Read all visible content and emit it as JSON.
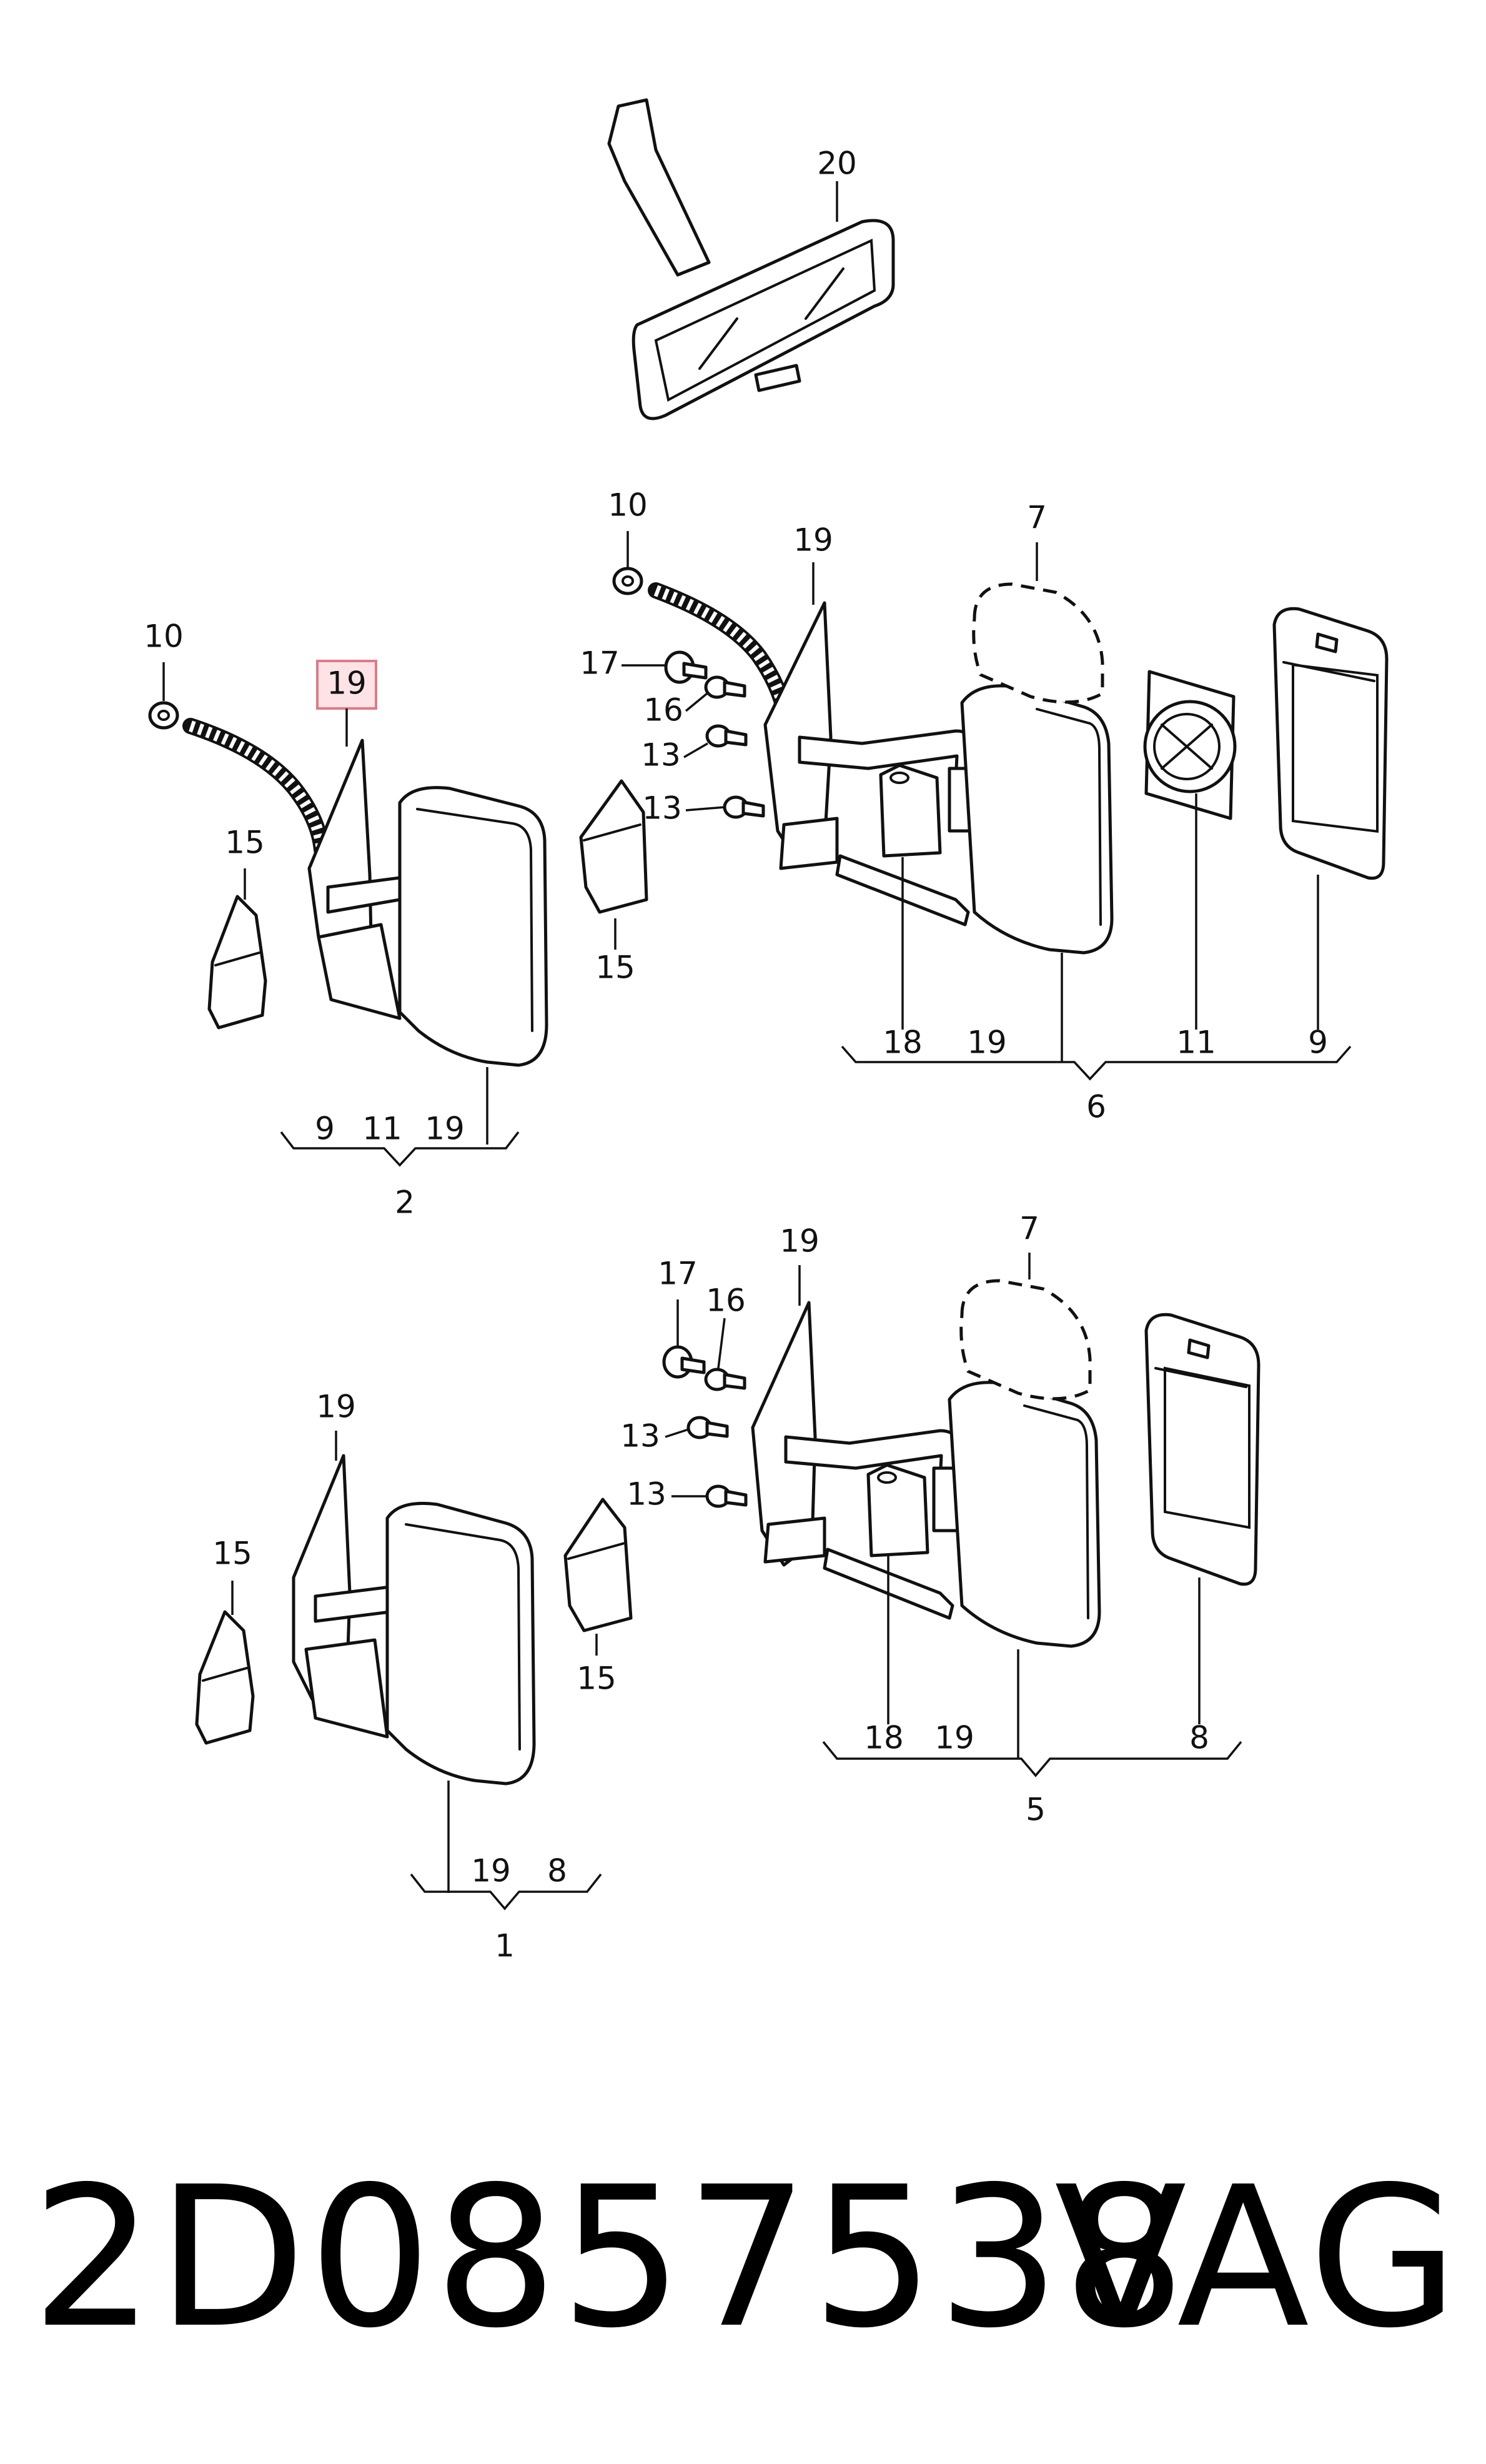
{
  "callouts": {
    "interior_mirror": "20",
    "upper_left": {
      "washer": "10",
      "bracket_highlighted": "19",
      "cover": "15",
      "brace_a": "9",
      "brace_b": "11",
      "brace_c": "19",
      "assembly": "2"
    },
    "upper_right": {
      "washer": "10",
      "bracket": "19",
      "head_outline": "7",
      "screw_a": "17",
      "screw_b": "16",
      "screw_c": "13",
      "screw_d": "13",
      "cover": "15",
      "brace_a": "18",
      "brace_b": "19",
      "brace_c": "11",
      "brace_d": "9",
      "assembly": "6"
    },
    "lower_left": {
      "bracket": "19",
      "cover": "15",
      "brace_a": "19",
      "brace_b": "8",
      "assembly": "1"
    },
    "lower_right": {
      "bracket": "19",
      "head_outline": "7",
      "screw_a": "17",
      "screw_b": "16",
      "screw_c": "13",
      "screw_d": "13",
      "cover": "15",
      "brace_a": "18",
      "brace_b": "19",
      "brace_c": "8",
      "assembly": "5"
    }
  },
  "footer": {
    "part_number": "2D0857538",
    "brand": "VAG"
  },
  "colors": {
    "line": "#111111",
    "highlight_fill": "#fde3e6",
    "highlight_border": "#e07a86"
  }
}
